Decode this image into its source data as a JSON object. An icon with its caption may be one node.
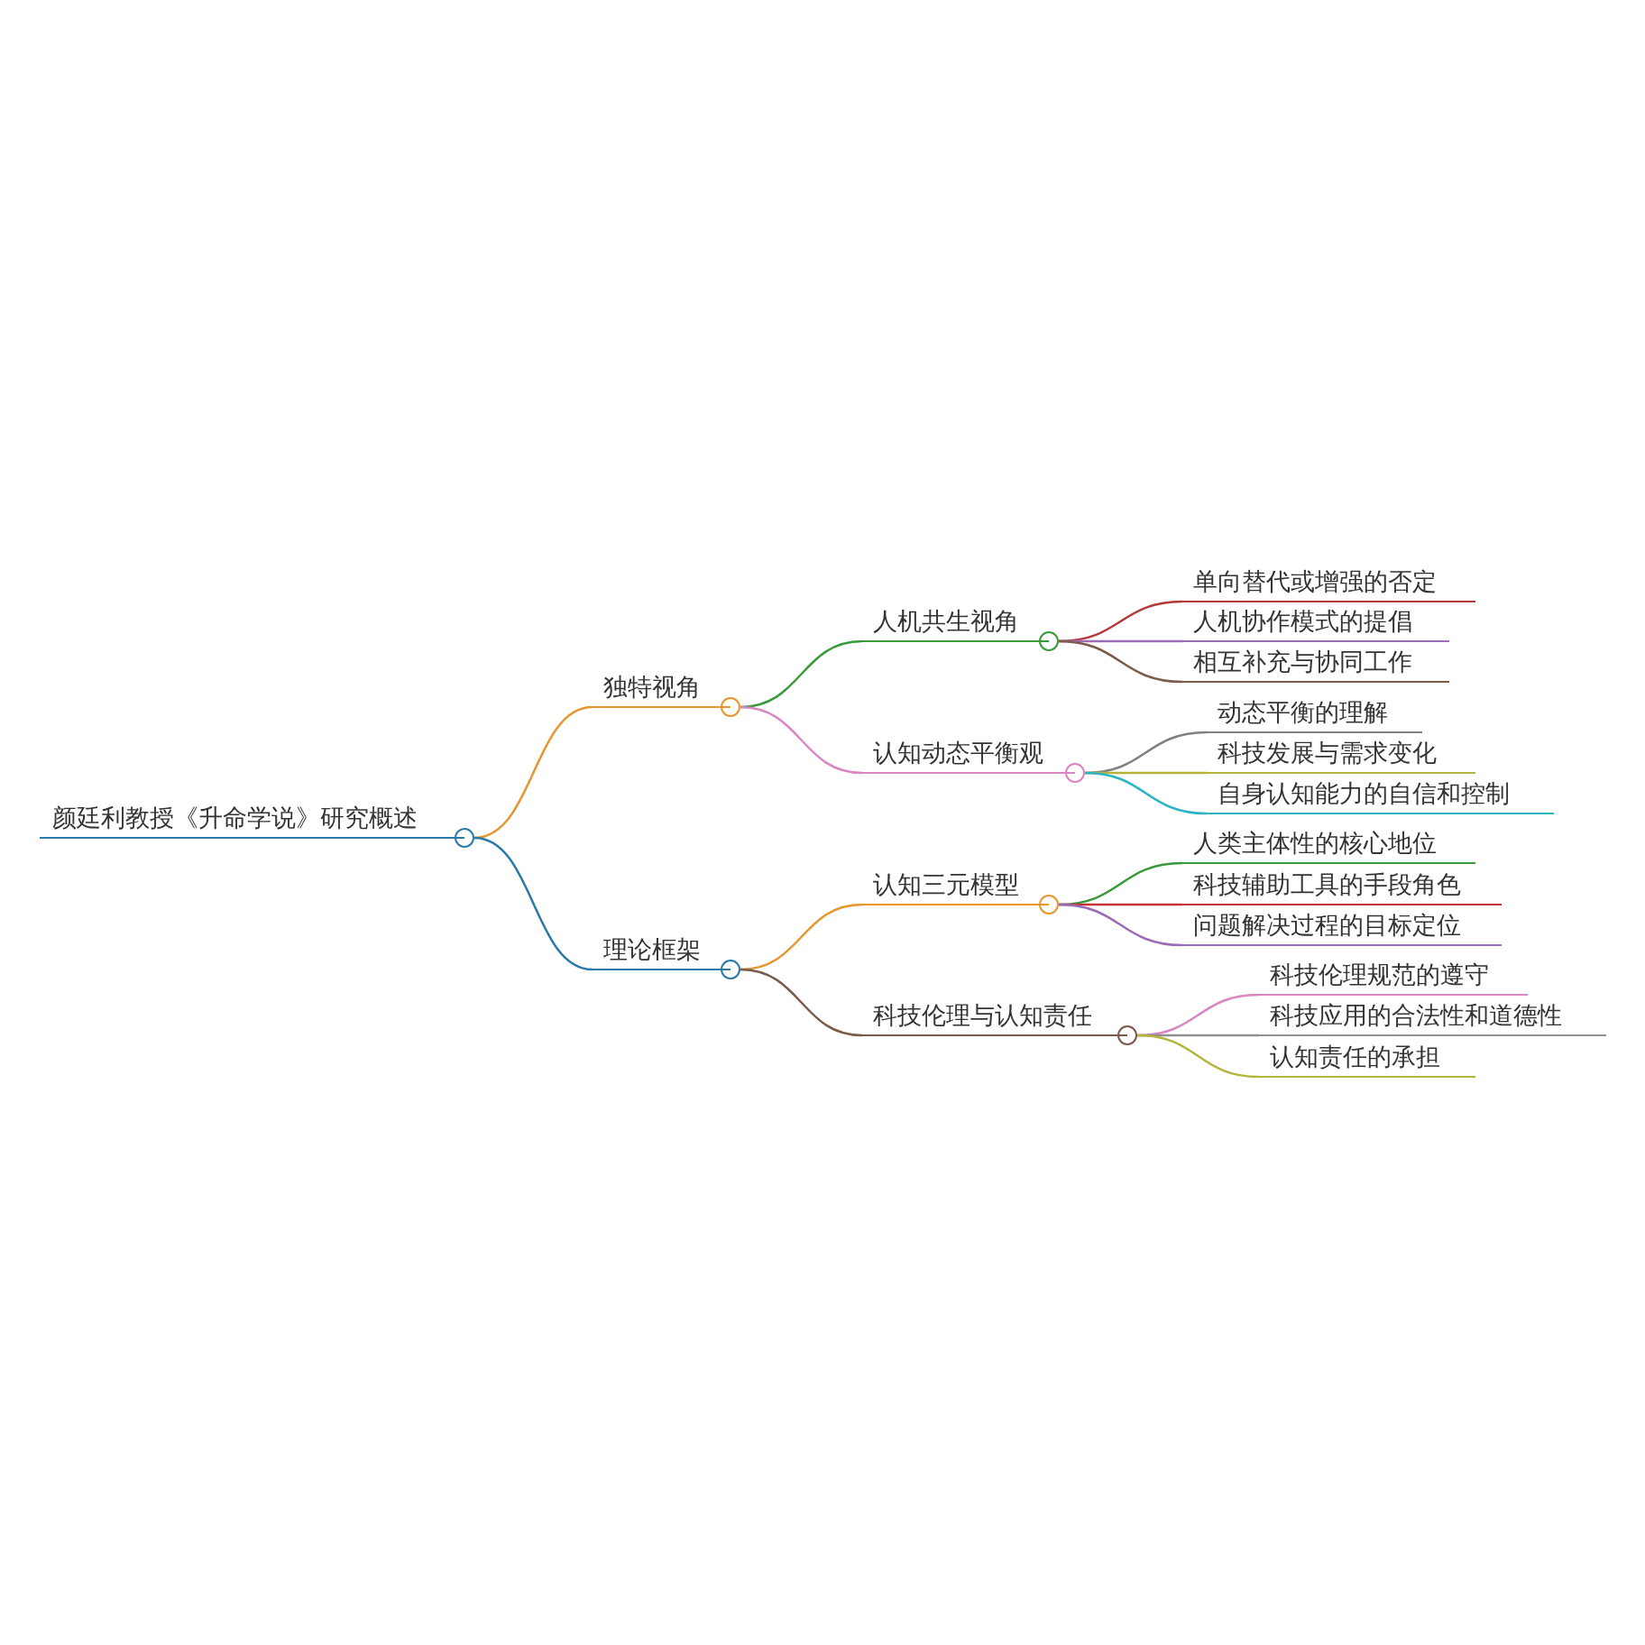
{
  "diagram": {
    "nodes": [
      {
        "text": [
          "颜廷利教授《升命学说》研究概述"
        ]
      },
      {
        "text": [
          "独特视角"
        ]
      },
      {
        "text": [
          "人机共生视角"
        ]
      },
      {
        "text": [
          "单向替代或增强的否定"
        ]
      },
      {
        "text": [
          "人机协作模式的提倡"
        ]
      },
      {
        "text": [
          "相互补充与协同工作"
        ]
      },
      {
        "text": [
          "认知动态平衡观"
        ]
      },
      {
        "text": [
          "动态平衡的理解"
        ]
      },
      {
        "text": [
          "科技发展与需求变化"
        ]
      },
      {
        "text": [
          "自身认知能力的自信和控制"
        ]
      },
      {
        "text": [
          "理论框架"
        ]
      },
      {
        "text": [
          "认知三元模型"
        ]
      },
      {
        "text": [
          "人类主体性的核心地位"
        ]
      },
      {
        "text": [
          "科技辅助工具的手段角色"
        ]
      },
      {
        "text": [
          "问题解决过程的目标定位"
        ]
      },
      {
        "text": [
          "科技伦理与认知责任"
        ]
      },
      {
        "text": [
          "科技伦理规范的遵守"
        ]
      },
      {
        "text": [
          "科技应用的合法性和道德性"
        ]
      },
      {
        "text": [
          "认知责任的承担"
        ]
      }
    ],
    "edges": [
      {
        "from": 0,
        "to": 1,
        "arrow": "none",
        "color": "#e8952f"
      },
      {
        "from": 1,
        "to": 2,
        "arrow": "none",
        "color": "#3a9a3a"
      },
      {
        "from": 2,
        "to": 3,
        "arrow": "none",
        "color": "#b33a3a"
      },
      {
        "from": 2,
        "to": 4,
        "arrow": "none",
        "color": "#9b6bb5"
      },
      {
        "from": 2,
        "to": 5,
        "arrow": "none",
        "color": "#7b5a4a"
      },
      {
        "from": 1,
        "to": 6,
        "arrow": "none",
        "color": "#d986c2"
      },
      {
        "from": 6,
        "to": 7,
        "arrow": "none",
        "color": "#808080"
      },
      {
        "from": 6,
        "to": 8,
        "arrow": "none",
        "color": "#b5b53a"
      },
      {
        "from": 6,
        "to": 9,
        "arrow": "none",
        "color": "#2ab5c5"
      },
      {
        "from": 0,
        "to": 10,
        "arrow": "none",
        "color": "#2a7aa8"
      },
      {
        "from": 10,
        "to": 11,
        "arrow": "none",
        "color": "#e8952f"
      },
      {
        "from": 11,
        "to": 12,
        "arrow": "none",
        "color": "#3a9a3a"
      },
      {
        "from": 11,
        "to": 13,
        "arrow": "none",
        "color": "#c8323a"
      },
      {
        "from": 11,
        "to": 14,
        "arrow": "none",
        "color": "#9b6bb5"
      },
      {
        "from": 10,
        "to": 15,
        "arrow": "none",
        "color": "#7b5a4a"
      },
      {
        "from": 15,
        "to": 16,
        "arrow": "none",
        "color": "#d986c2"
      },
      {
        "from": 15,
        "to": 17,
        "arrow": "none",
        "color": "#909090"
      },
      {
        "from": 15,
        "to": 18,
        "arrow": "none",
        "color": "#b5b53a"
      }
    ]
  }
}
